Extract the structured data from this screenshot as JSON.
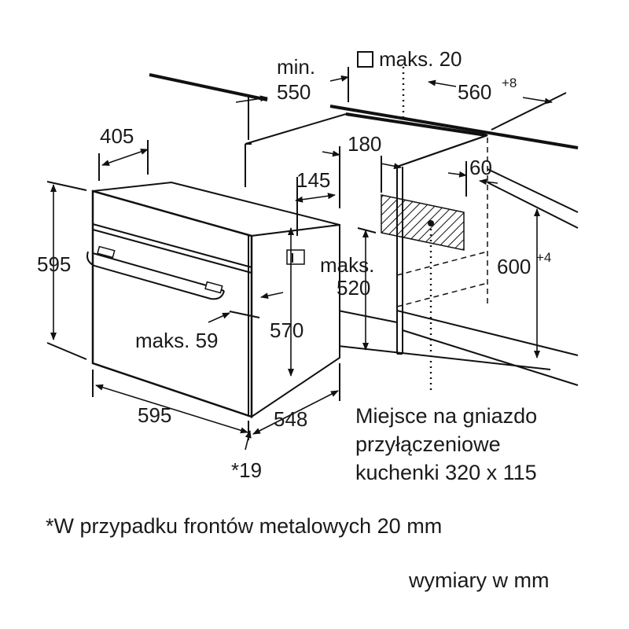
{
  "dimensions": {
    "min_label": "min.",
    "min_value": "550",
    "maks_20": "maks. 20",
    "width_560": "560",
    "width_560_tol": "+8",
    "depth_405": "405",
    "gap_180": "180",
    "gap_145": "145",
    "gap_60": "60",
    "height_595": "595",
    "maks_520_label": "maks.",
    "maks_520_value": "520",
    "height_600": "600",
    "height_600_tol": "+4",
    "maks_59": "maks. 59",
    "height_570": "570",
    "width_595": "595",
    "depth_548": "548",
    "footnote_ref": "*19"
  },
  "socket_note": {
    "line1": "Miejsce na gniazdo",
    "line2": "przyłączeniowe",
    "line3": "kuchenki 320 x 115"
  },
  "footnote": "*W przypadku frontów metalowych 20 mm",
  "units_note": "wymiary w mm"
}
